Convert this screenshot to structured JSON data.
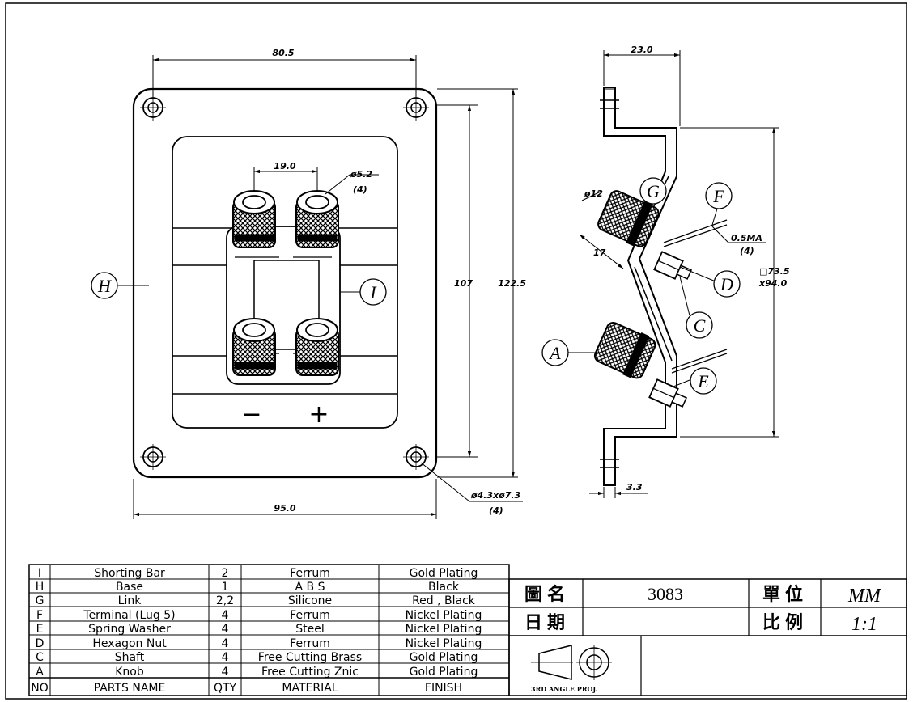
{
  "dims": {
    "top_width": "80.5",
    "pin_spacing": "19.0",
    "pin_dia": "ø5.2",
    "pin_qty": "(4)",
    "inner_height": "107",
    "outer_height": "122.5",
    "bottom_width": "95.0",
    "hole": "ø4.3xø7.3",
    "hole_qty": "(4)",
    "depth": "23.0",
    "knob_dia": "ø12",
    "knob_len": "17",
    "lug": "0.5MA",
    "lug_qty": "(4)",
    "cutout_a": "□73.5",
    "cutout_b": "x94.0",
    "flange": "3.3"
  },
  "callouts": {
    "H": "H",
    "I": "I",
    "G": "G",
    "F": "F",
    "D": "D",
    "C": "C",
    "A": "A",
    "E": "E"
  },
  "signs": {
    "minus": "−",
    "plus": "+"
  },
  "bom": {
    "rows": [
      {
        "no": "I",
        "name": "Shorting Bar",
        "qty": "2",
        "material": "Ferrum",
        "finish": "Gold Plating"
      },
      {
        "no": "H",
        "name": "Base",
        "qty": "1",
        "material": "A B S",
        "finish": "Black"
      },
      {
        "no": "G",
        "name": "Link",
        "qty": "2,2",
        "material": "Silicone",
        "finish": "Red    ,    Black"
      },
      {
        "no": "F",
        "name": "Terminal (Lug 5)",
        "qty": "4",
        "material": "Ferrum",
        "finish": "Nickel Plating"
      },
      {
        "no": "E",
        "name": "Spring Washer",
        "qty": "4",
        "material": "Steel",
        "finish": "Nickel Plating"
      },
      {
        "no": "D",
        "name": "Hexagon Nut",
        "qty": "4",
        "material": "Ferrum",
        "finish": "Nickel Plating"
      },
      {
        "no": "C",
        "name": "Shaft",
        "qty": "4",
        "material": "Free Cutting Brass",
        "finish": "Gold Plating"
      },
      {
        "no": "A",
        "name": "Knob",
        "qty": "4",
        "material": "Free Cutting Znic",
        "finish": "Gold Plating"
      }
    ],
    "header": {
      "no": "NO",
      "name": "PARTS NAME",
      "qty": "QTY",
      "material": "MATERIAL",
      "finish": "FINISH"
    }
  },
  "title_block": {
    "name_label": "圖名",
    "name_value": "3083",
    "unit_label": "單位",
    "unit_value": "MM",
    "date_label": "日期",
    "date_value": "",
    "scale_label": "比例",
    "scale_value": "1:1",
    "projection": "3RD ANGLE PROJ."
  }
}
